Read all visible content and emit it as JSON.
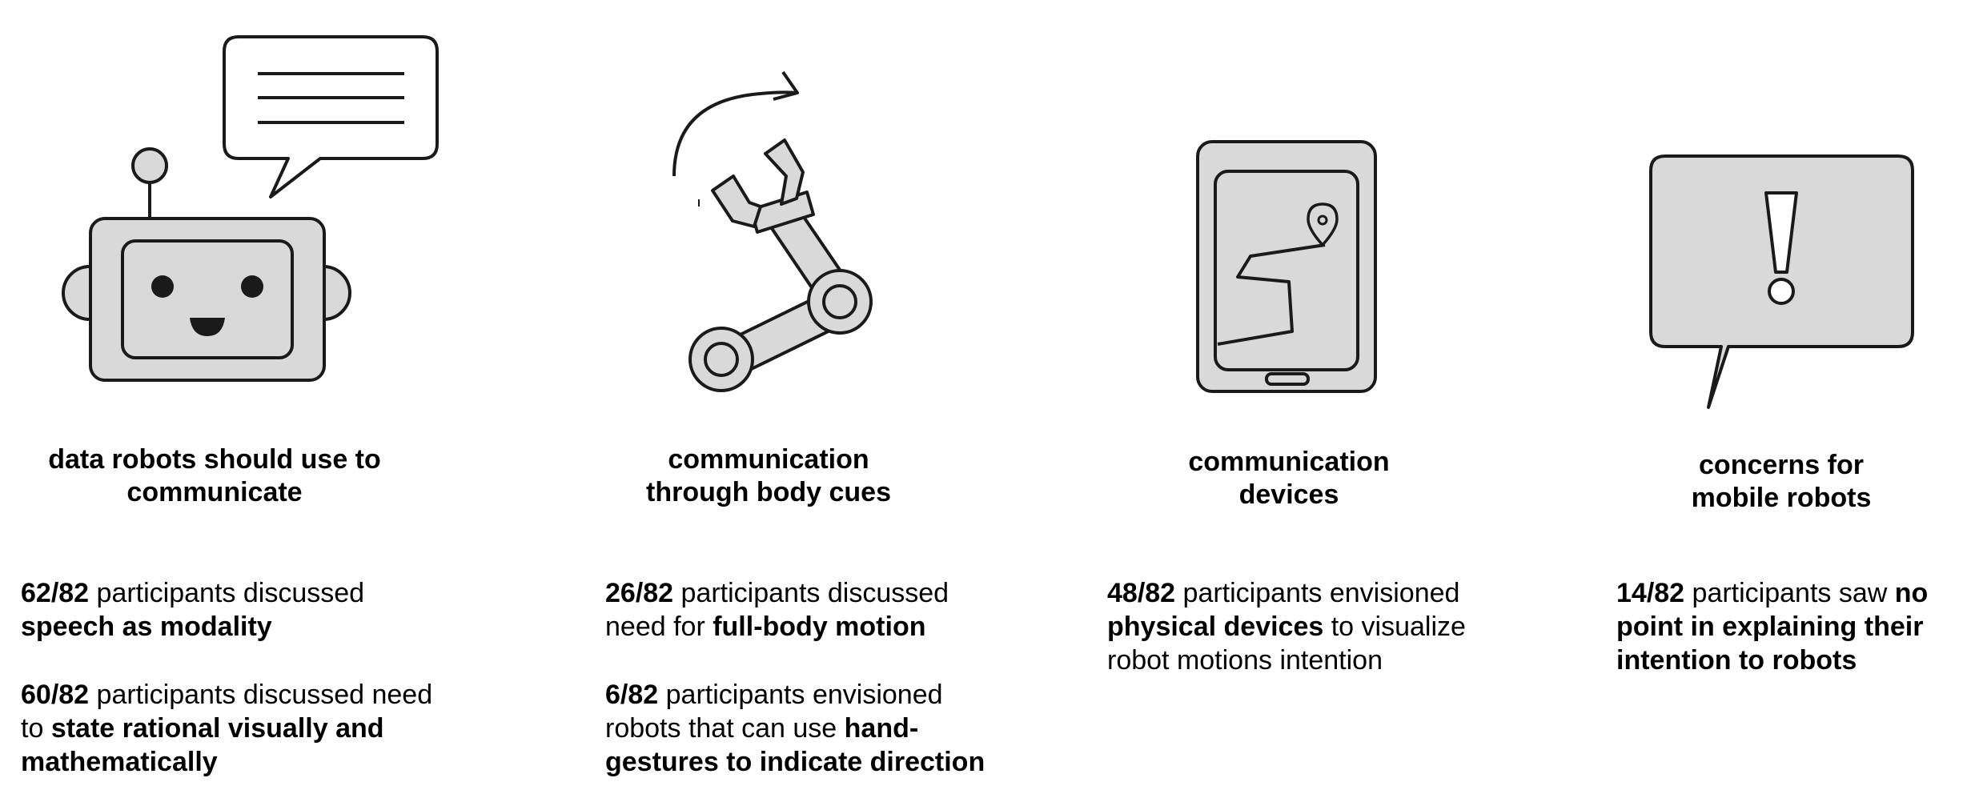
{
  "colors": {
    "fill": "#d9d9d9",
    "stroke": "#1a1a1a",
    "background": "#ffffff"
  },
  "columns": [
    {
      "icon": "robot-speech-icon",
      "heading": [
        "data robots should use to",
        "communicate"
      ],
      "stats": [
        {
          "lines": [
            [
              {
                "t": "62/82",
                "b": true
              },
              {
                "t": " participants discussed",
                "b": false
              }
            ],
            [
              {
                "t": "speech as modality",
                "b": true
              }
            ]
          ]
        },
        {
          "lines": [
            [
              {
                "t": "60/82",
                "b": true
              },
              {
                "t": " participants discussed need",
                "b": false
              }
            ],
            [
              {
                "t": "to ",
                "b": false
              },
              {
                "t": "state rational visually and",
                "b": true
              }
            ],
            [
              {
                "t": "mathematically",
                "b": true
              }
            ]
          ]
        }
      ]
    },
    {
      "icon": "robot-arm-icon",
      "heading": [
        "communication",
        "through body cues"
      ],
      "stats": [
        {
          "lines": [
            [
              {
                "t": "26/82",
                "b": true
              },
              {
                "t": " participants discussed",
                "b": false
              }
            ],
            [
              {
                "t": "need for ",
                "b": false
              },
              {
                "t": "full-body motion",
                "b": true
              }
            ]
          ]
        },
        {
          "lines": [
            [
              {
                "t": "6/82",
                "b": true
              },
              {
                "t": " participants envisioned",
                "b": false
              }
            ],
            [
              {
                "t": "robots that can use ",
                "b": false
              },
              {
                "t": "hand-",
                "b": true
              }
            ],
            [
              {
                "t": "gestures to indicate direction",
                "b": true
              }
            ]
          ]
        }
      ]
    },
    {
      "icon": "tablet-map-icon",
      "heading": [
        "communication",
        "devices"
      ],
      "stats": [
        {
          "lines": [
            [
              {
                "t": "48/82",
                "b": true
              },
              {
                "t": " participants envisioned",
                "b": false
              }
            ],
            [
              {
                "t": "physical devices",
                "b": true
              },
              {
                "t": " to visualize",
                "b": false
              }
            ],
            [
              {
                "t": "robot motions intention",
                "b": false
              }
            ]
          ]
        }
      ]
    },
    {
      "icon": "warning-bubble-icon",
      "heading": [
        "concerns for",
        "mobile robots"
      ],
      "stats": [
        {
          "lines": [
            [
              {
                "t": "14/82",
                "b": true
              },
              {
                "t": " participants saw ",
                "b": false
              },
              {
                "t": "no",
                "b": true
              }
            ],
            [
              {
                "t": "point in explaining their",
                "b": true
              }
            ],
            [
              {
                "t": "intention to robots",
                "b": true
              }
            ]
          ]
        }
      ]
    }
  ]
}
